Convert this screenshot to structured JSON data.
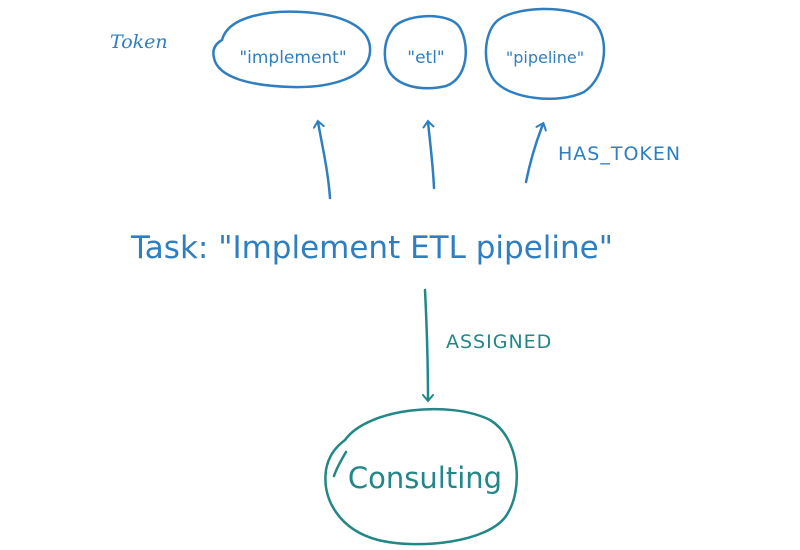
{
  "colors": {
    "blue": "#2f7fc0",
    "teal": "#218787"
  },
  "labels": {
    "token_group": "Token",
    "has_token_edge": "HAS_TOKEN",
    "assigned_edge": "ASSIGNED"
  },
  "tokens": [
    {
      "text": "\"implement\""
    },
    {
      "text": "\"etl\""
    },
    {
      "text": "\"pipeline\""
    }
  ],
  "task": {
    "text": "Task: \"Implement ETL pipeline\""
  },
  "team": {
    "text": "Consulting"
  }
}
